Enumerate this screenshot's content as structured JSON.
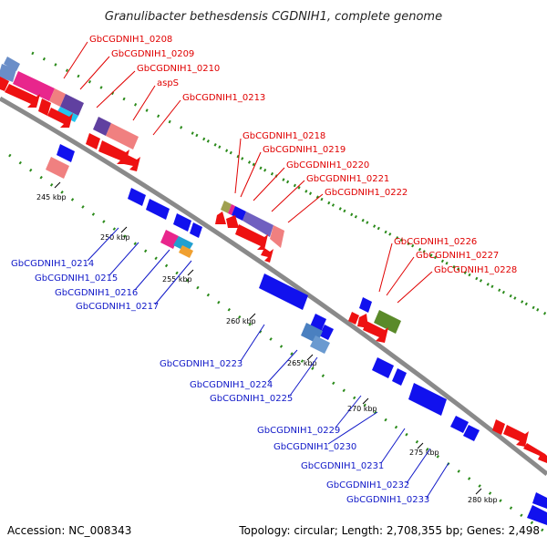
{
  "title": "Granulibacter bethesdensis CGDNIH1, complete genome",
  "footer": {
    "accession": "Accession: NC_008343",
    "summary": "Topology: circular; Length: 2,708,355 bp; Genes: 2,498"
  },
  "colors": {
    "forward_gene": "#ee1111",
    "reverse_gene": "#1111ee",
    "forward_label": "#e00000",
    "reverse_label": "#1018c8",
    "backbone": "#888888",
    "gc_marks": "#2a8a1a"
  },
  "tick_labels": [
    "245 kbp",
    "250 kbp",
    "255 kbp",
    "260 kbp",
    "265 kbp",
    "270 kbp",
    "275 kbp",
    "280 kbp"
  ],
  "forward_labels": [
    "GbCGDNIH1_0208",
    "GbCGDNIH1_0209",
    "GbCGDNIH1_0210",
    "aspS",
    "GbCGDNIH1_0213",
    "GbCGDNIH1_0218",
    "GbCGDNIH1_0219",
    "GbCGDNIH1_0220",
    "GbCGDNIH1_0221",
    "GbCGDNIH1_0222",
    "GbCGDNIH1_0226",
    "GbCGDNIH1_0227",
    "GbCGDNIH1_0228"
  ],
  "reverse_labels": [
    "GbCGDNIH1_0214",
    "GbCGDNIH1_0215",
    "GbCGDNIH1_0216",
    "GbCGDNIH1_0217",
    "GbCGDNIH1_0223",
    "GbCGDNIH1_0224",
    "GbCGDNIH1_0225",
    "GbCGDNIH1_0229",
    "GbCGDNIH1_0230",
    "GbCGDNIH1_0231",
    "GbCGDNIH1_0232",
    "GbCGDNIH1_0233"
  ]
}
